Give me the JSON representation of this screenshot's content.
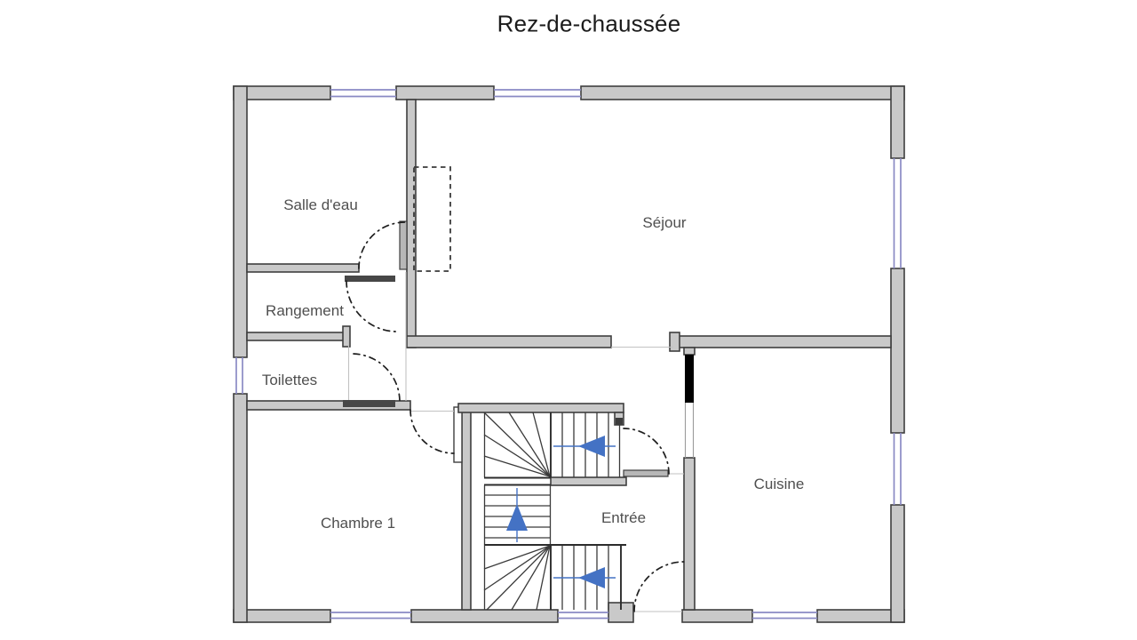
{
  "title": "Rez-de-chaussée",
  "floor_plan": {
    "rooms": [
      {
        "id": "salle-deau",
        "name": "Salle d'eau"
      },
      {
        "id": "sejour",
        "name": "Séjour"
      },
      {
        "id": "rangement",
        "name": "Rangement"
      },
      {
        "id": "toilettes",
        "name": "Toilettes"
      },
      {
        "id": "chambre-1",
        "name": "Chambre 1"
      },
      {
        "id": "entree",
        "name": "Entrée"
      },
      {
        "id": "cuisine",
        "name": "Cuisine"
      }
    ],
    "stairs": {
      "direction_arrows": [
        "left",
        "up",
        "left"
      ]
    },
    "window_count": 8,
    "colors": {
      "background": "#ffffff",
      "wall_fill": "#c9c9c9",
      "wall_stroke": "#3f3f3f",
      "window_glass": "#8a8ac4",
      "stair_arrow": "#4472c4",
      "door_arc": "#1f1f1f",
      "label_color": "#4f4f4f",
      "title_color": "#1c1c1c"
    }
  }
}
